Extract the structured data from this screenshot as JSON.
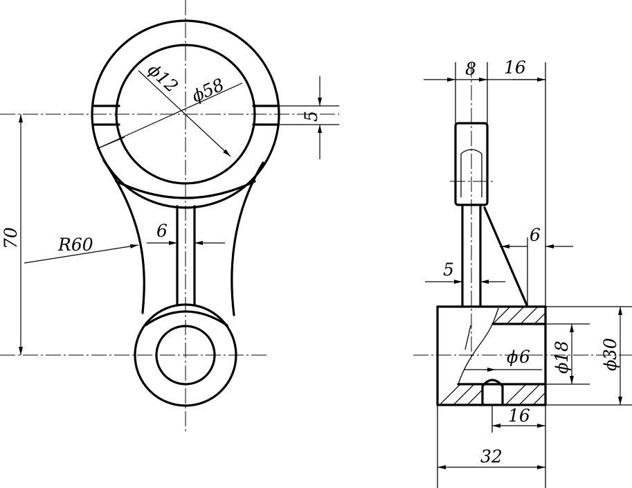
{
  "front_view": {
    "dims": {
      "bore_small": "12",
      "bore_large": "58",
      "slot_height": "5",
      "center_distance": "70",
      "arc_radius": "R60",
      "web_width": "6"
    }
  },
  "side_view": {
    "dims": {
      "top_left_width": "8",
      "top_right_width": "16",
      "rib_thickness": "6",
      "web_thickness": "5",
      "hole_small": "6",
      "hole_inner": "18",
      "hub_outer": "30",
      "hub_right": "16",
      "total_width": "32"
    }
  },
  "symbols": {
    "diameter": "ϕ"
  }
}
